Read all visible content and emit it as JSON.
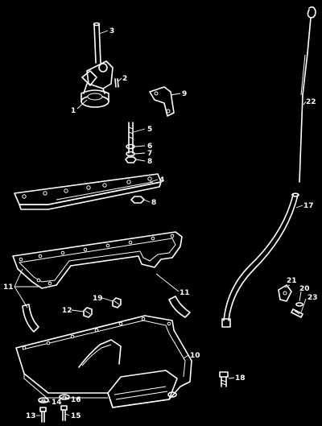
{
  "callouts": {
    "c1": "1",
    "c2": "2",
    "c3": "3",
    "c4": "4",
    "c5": "5",
    "c6": "6",
    "c7": "7",
    "c8a": "8",
    "c8b": "8",
    "c9": "9",
    "c10": "10",
    "c11a": "11",
    "c11b": "11",
    "c12": "12",
    "c13": "13",
    "c14": "14",
    "c15": "15",
    "c16": "16",
    "c17": "17",
    "c18": "18",
    "c19": "19",
    "c20": "20",
    "c21": "21",
    "c22": "22",
    "c23": "23"
  }
}
